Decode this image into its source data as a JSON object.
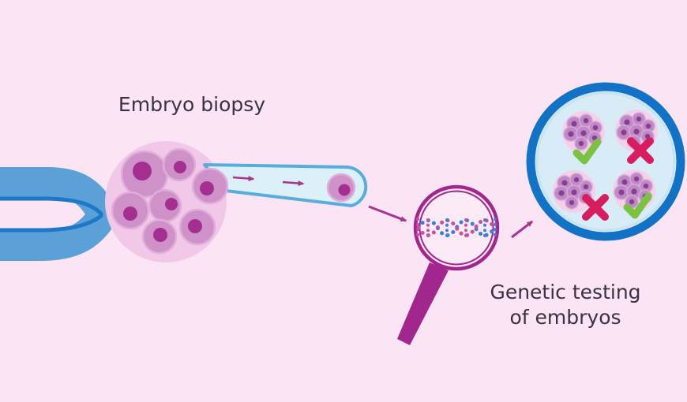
{
  "labels": {
    "embryo_biopsy": "Embryo biopsy",
    "genetic_testing_line1": "Genetic testing",
    "genetic_testing_line2": "of embryos"
  },
  "colors": {
    "background": "#FBE5F5",
    "pipette_blue": "#5BA0D7",
    "pipette_dark_blue": "#1E78C8",
    "tube_fill": "#DCF0FA",
    "tube_outline": "#58ADDC",
    "embryo_halo": "#F2C8E8",
    "cell_fill": "#CE92C9",
    "cell_outline": "#DFAEDB",
    "nucleus": "#A42F90",
    "arrow_magenta": "#A5368F",
    "magnifier": "#A1278F",
    "lens_fill": "#FCEAF7",
    "dna_blue": "#3E7ED4",
    "dna_pink": "#C8519E",
    "dish_ring": "#1272C6",
    "dish_fill": "#D8ECF8",
    "mini_embryo_halo": "#F6CFEA",
    "mini_cell": "#BE8AC6",
    "mini_cell_outline": "#D5A8D4",
    "mini_nucleus": "#8C3C95",
    "check_green": "#7CC242",
    "cross_red": "#D81D5F",
    "text": "#3B3144"
  },
  "diagram": {
    "stages": [
      {
        "name": "embryo-biopsy",
        "label": "Embryo biopsy"
      },
      {
        "name": "genetic-testing",
        "label": "Genetic testing of embryos"
      }
    ],
    "embryo_cell_count": 7,
    "tested_embryos": [
      {
        "position": "top-left",
        "status": "pass",
        "mark": "check"
      },
      {
        "position": "top-right",
        "status": "fail",
        "mark": "cross"
      },
      {
        "position": "bottom-left",
        "status": "fail",
        "mark": "cross"
      },
      {
        "position": "bottom-right",
        "status": "pass",
        "mark": "check"
      }
    ]
  }
}
